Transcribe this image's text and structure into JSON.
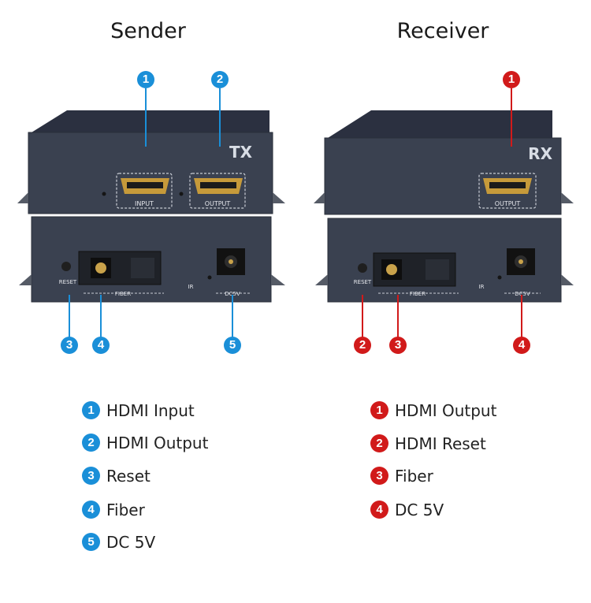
{
  "sender": {
    "title": "Sender",
    "device_label": "TX",
    "ports": {
      "input": "INPUT",
      "output": "OUTPUT",
      "reset": "RESET",
      "fiber": "FIBER",
      "ir": "IR",
      "power": "DC5V"
    },
    "markers": [
      "1",
      "2",
      "3",
      "4",
      "5"
    ],
    "legend": [
      {
        "num": "1",
        "label": "HDMI Input"
      },
      {
        "num": "2",
        "label": "HDMI Output"
      },
      {
        "num": "3",
        "label": "Reset"
      },
      {
        "num": "4",
        "label": "Fiber"
      },
      {
        "num": "5",
        "label": "DC 5V"
      }
    ],
    "color": "#1a8fd8"
  },
  "receiver": {
    "title": "Receiver",
    "device_label": "RX",
    "ports": {
      "output": "OUTPUT",
      "reset": "RESET",
      "fiber": "FIBER",
      "ir": "IR",
      "power": "DC5V"
    },
    "markers": [
      "1",
      "2",
      "3",
      "4"
    ],
    "legend": [
      {
        "num": "1",
        "label": "HDMI Output"
      },
      {
        "num": "2",
        "label": "HDMI Reset"
      },
      {
        "num": "3",
        "label": "Fiber"
      },
      {
        "num": "4",
        "label": "DC 5V"
      }
    ],
    "color": "#d11a1a"
  }
}
